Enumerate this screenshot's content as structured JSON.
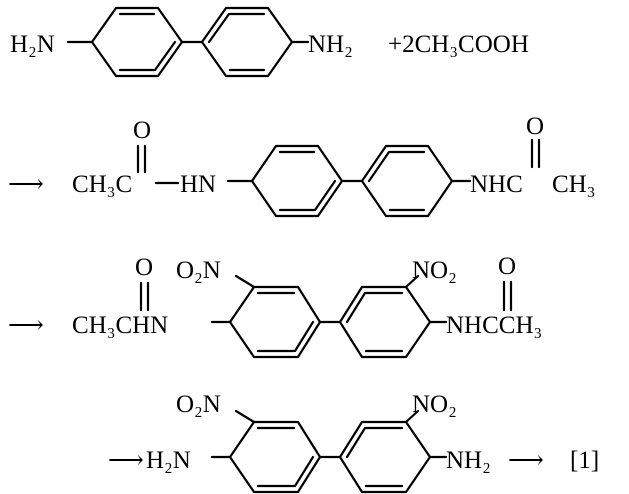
{
  "scheme": {
    "row1": {
      "left_group": "H₂N",
      "right_group": "NH₂",
      "reagent": "+2CH₃COOH"
    },
    "row2": {
      "arrow": "⟶",
      "left_ch3": "CH₃C",
      "left_o": "O",
      "left_nh": "HN",
      "right_nh": "NHC",
      "right_o": "O",
      "right_ch3": "CH₃"
    },
    "row3": {
      "arrow": "⟶",
      "left_chain": "CH₃CHN",
      "left_o": "O",
      "left_no2": "O₂N",
      "right_no2": "NO₂",
      "right_chain": "NHCCH₃",
      "right_o": "O"
    },
    "row4": {
      "arrow": "⟶",
      "left_group": "H₂N",
      "left_no2": "O₂N",
      "right_no2": "NO₂",
      "right_group": "NH₂",
      "final_arrow": "⟶",
      "product": "[1]"
    }
  }
}
